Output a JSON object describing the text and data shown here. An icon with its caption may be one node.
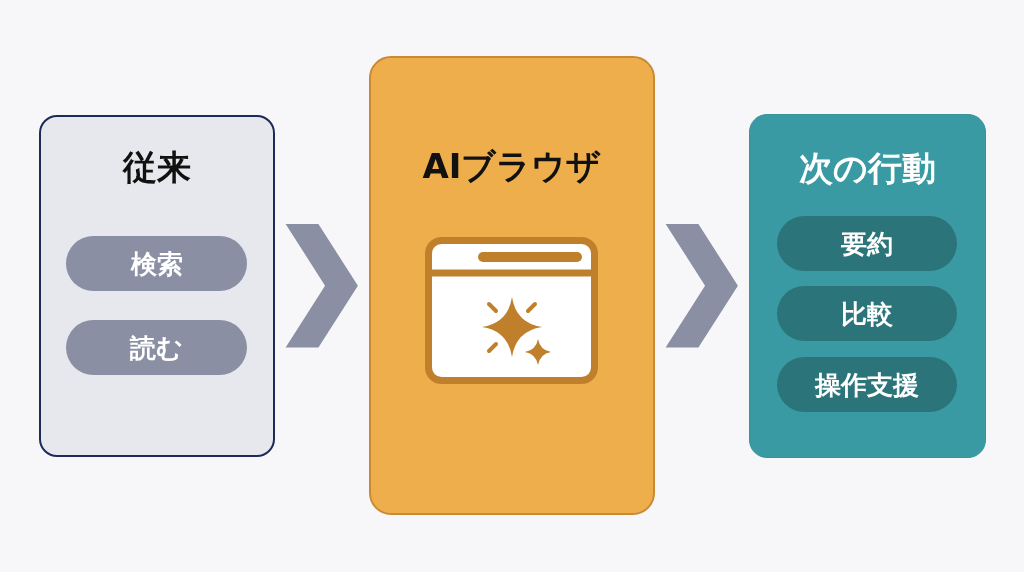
{
  "diagram": {
    "nodes": [
      {
        "text": [
          "従来"
        ]
      },
      {
        "text": [
          "検索"
        ],
        "in": 0
      },
      {
        "text": [
          "読む"
        ],
        "in": 0
      },
      {
        "text": [
          "AIブラウザ"
        ]
      },
      {
        "text": [
          "次の行動"
        ]
      },
      {
        "text": [
          "要約"
        ],
        "in": 4
      },
      {
        "text": [
          "比較"
        ],
        "in": 4
      },
      {
        "text": [
          "操作支援"
        ],
        "in": 4
      }
    ],
    "edges": [
      {
        "from": 0,
        "to": 3,
        "arrow": "to"
      },
      {
        "from": 3,
        "to": 4,
        "arrow": "to"
      }
    ]
  }
}
